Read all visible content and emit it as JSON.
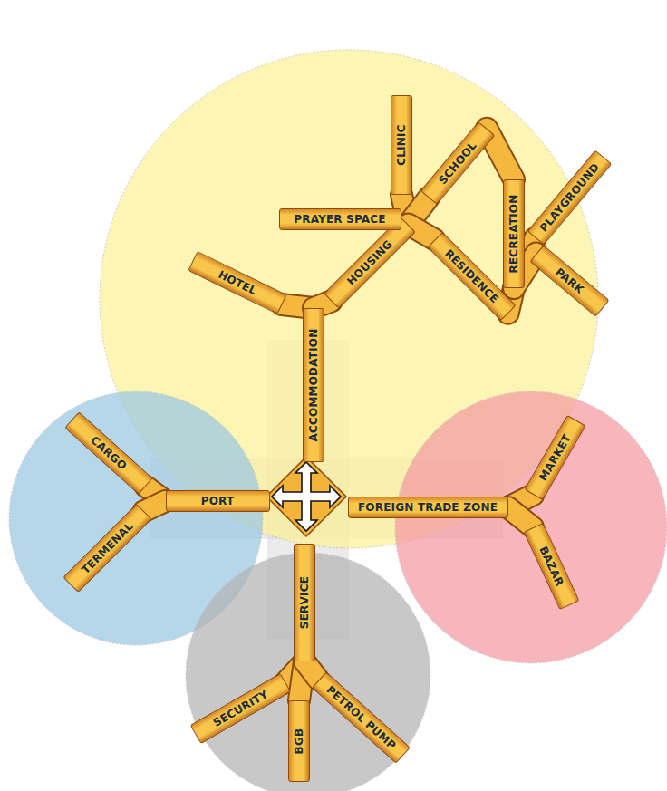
{
  "diagram": {
    "nodes": [
      {
        "text": [
          "ACCOMMODATION"
        ]
      },
      {
        "text": [
          "HOTEL"
        ]
      },
      {
        "text": [
          "HOUSING"
        ]
      },
      {
        "text": [
          "PRAYER SPACE"
        ]
      },
      {
        "text": [
          "CLINIC"
        ]
      },
      {
        "text": [
          "SCHOOL"
        ]
      },
      {
        "text": [
          "RESIDENCE"
        ]
      },
      {
        "text": [
          "RECREATION"
        ]
      },
      {
        "text": [
          "PLAYGROUND"
        ]
      },
      {
        "text": [
          "PARK"
        ]
      },
      {
        "text": [
          "PORT"
        ]
      },
      {
        "text": [
          "CARGO"
        ]
      },
      {
        "text": [
          "TERMENAL"
        ]
      },
      {
        "text": [
          "FOREIGN TRADE ZONE"
        ]
      },
      {
        "text": [
          "MARKET"
        ]
      },
      {
        "text": [
          "BAZAR"
        ]
      },
      {
        "text": [
          "SERVICE"
        ]
      },
      {
        "text": [
          "SECURITY"
        ]
      },
      {
        "text": [
          "BGB"
        ]
      },
      {
        "text": [
          "PETROL PUMP"
        ]
      }
    ],
    "edges": [
      {
        "from": 0,
        "to": 1,
        "arrow": "none"
      },
      {
        "from": 0,
        "to": 2,
        "arrow": "none"
      },
      {
        "from": 2,
        "to": 3,
        "arrow": "none"
      },
      {
        "from": 2,
        "to": 4,
        "arrow": "none"
      },
      {
        "from": 2,
        "to": 5,
        "arrow": "none"
      },
      {
        "from": 2,
        "to": 6,
        "arrow": "none"
      },
      {
        "from": 5,
        "to": 7,
        "arrow": "none"
      },
      {
        "from": 6,
        "to": 7,
        "arrow": "none"
      },
      {
        "from": 7,
        "to": 8,
        "arrow": "none"
      },
      {
        "from": 7,
        "to": 9,
        "arrow": "none"
      },
      {
        "from": 10,
        "to": 11,
        "arrow": "none"
      },
      {
        "from": 10,
        "to": 12,
        "arrow": "none"
      },
      {
        "from": 13,
        "to": 14,
        "arrow": "none"
      },
      {
        "from": 13,
        "to": 15,
        "arrow": "none"
      },
      {
        "from": 16,
        "to": 17,
        "arrow": "none"
      },
      {
        "from": 16,
        "to": 18,
        "arrow": "none"
      },
      {
        "from": 16,
        "to": 19,
        "arrow": "none"
      }
    ]
  }
}
